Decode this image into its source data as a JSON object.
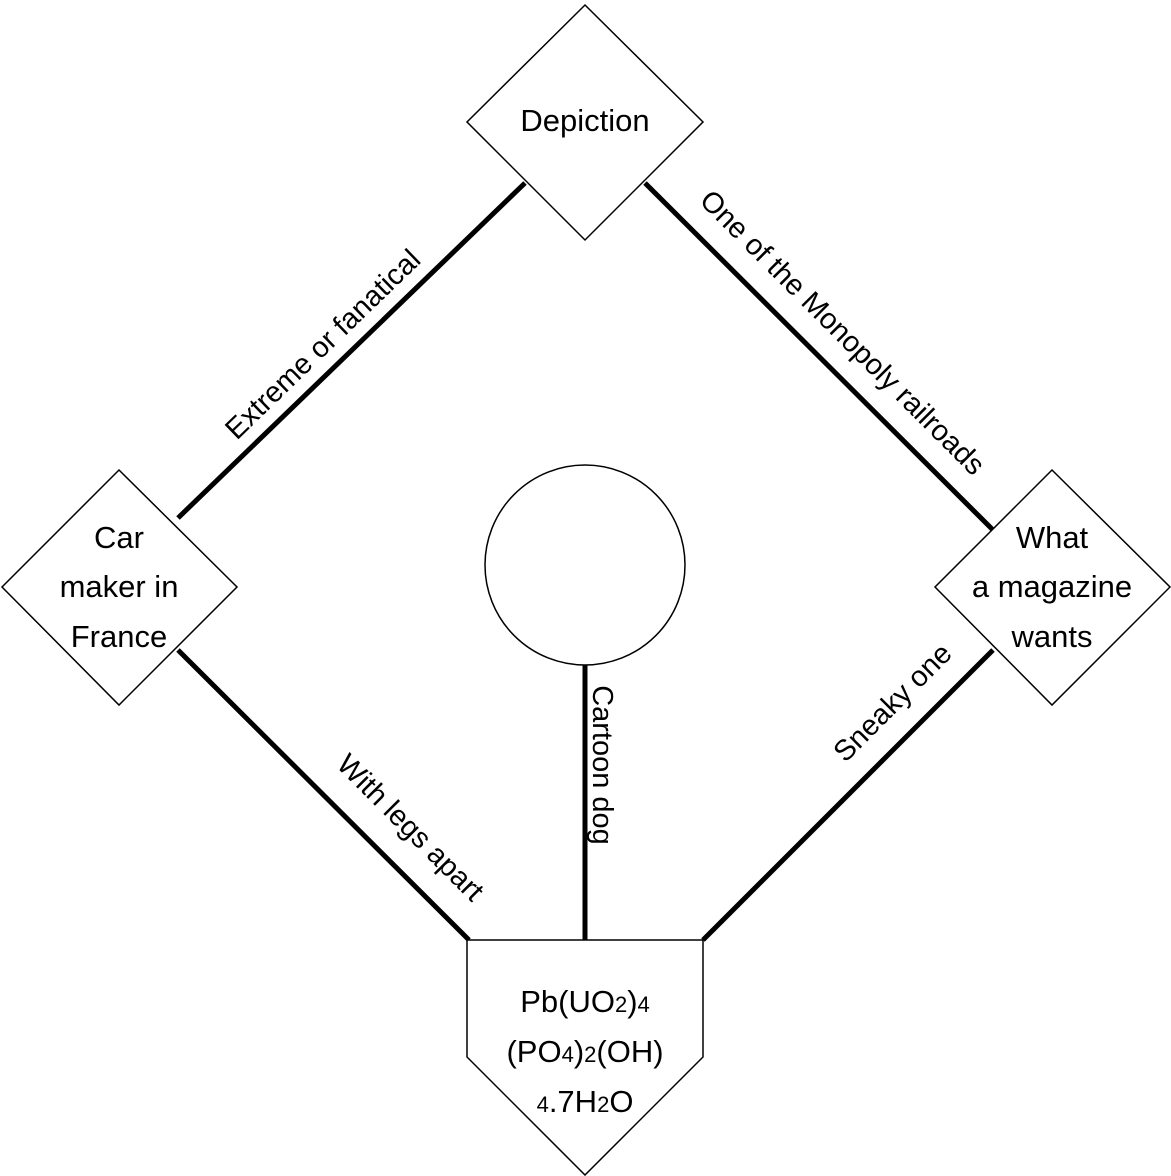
{
  "colors": {
    "stroke": "#000000",
    "background": "#ffffff"
  },
  "nodes": {
    "top": {
      "shape": "diamond",
      "lines": [
        "Depiction"
      ]
    },
    "left": {
      "shape": "diamond",
      "lines": [
        "Car",
        "maker in",
        "France"
      ]
    },
    "right": {
      "shape": "diamond",
      "lines": [
        "What",
        "a magazine",
        "wants"
      ]
    },
    "center": {
      "shape": "circle",
      "lines": []
    },
    "bottom": {
      "shape": "home-plate",
      "lines": [
        [
          {
            "t": "Pb(UO"
          },
          {
            "t": "2",
            "sub": true
          },
          {
            "t": ")"
          },
          {
            "t": "4",
            "sub": true
          }
        ],
        [
          {
            "t": "(PO"
          },
          {
            "t": "4",
            "sub": true
          },
          {
            "t": ")"
          },
          {
            "t": "2",
            "sub": true
          },
          {
            "t": "(OH)"
          }
        ],
        [
          {
            "t": "4",
            "sub": true
          },
          {
            "t": ".7H"
          },
          {
            "t": "2",
            "sub": true
          },
          {
            "t": "O"
          }
        ]
      ]
    }
  },
  "edges": {
    "left_top": "Extreme or fanatical",
    "top_right": "One of the Monopoly railroads",
    "left_bottom": "With legs apart",
    "right_bottom": "Sneaky one",
    "center_bottom": "Cartoon dog"
  }
}
